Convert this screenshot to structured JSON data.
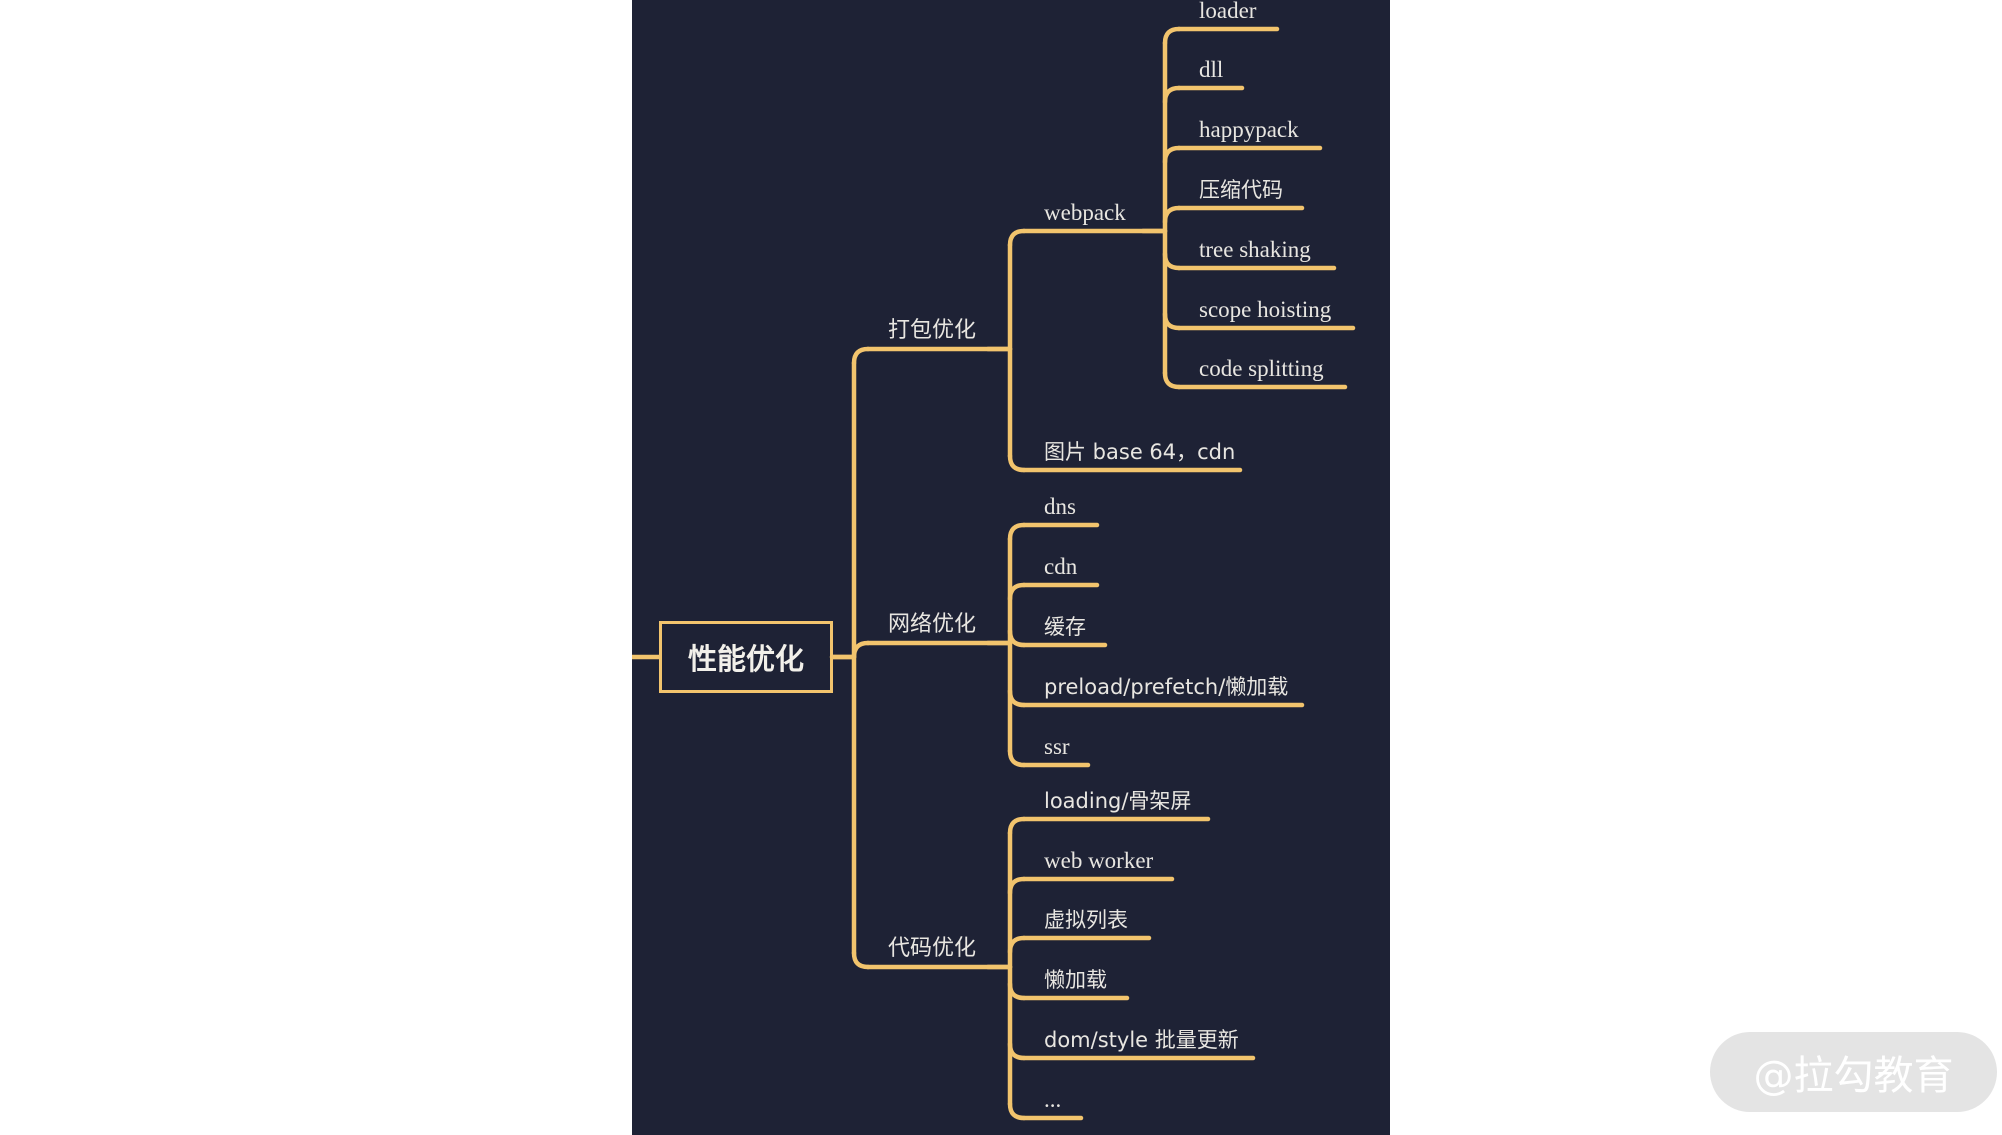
{
  "mindmap": {
    "root": "性能优化",
    "branches": [
      {
        "label": "打包优化",
        "children": [
          {
            "label": "webpack",
            "children": [
              "loader",
              "dll",
              "happypack",
              "压缩代码",
              "tree shaking",
              "scope hoisting",
              "code splitting"
            ]
          },
          {
            "label": "图片 base 64，cdn",
            "children": []
          }
        ]
      },
      {
        "label": "网络优化",
        "children": [
          {
            "label": "dns",
            "children": []
          },
          {
            "label": "cdn",
            "children": []
          },
          {
            "label": "缓存",
            "children": []
          },
          {
            "label": "preload/prefetch/懒加载",
            "children": []
          },
          {
            "label": "ssr",
            "children": []
          }
        ]
      },
      {
        "label": "代码优化",
        "children": [
          {
            "label": "loading/骨架屏",
            "children": []
          },
          {
            "label": "web worker",
            "children": []
          },
          {
            "label": "虚拟列表",
            "children": []
          },
          {
            "label": "懒加载",
            "children": []
          },
          {
            "label": "dom/style 批量更新",
            "children": []
          },
          {
            "label": "...",
            "children": []
          }
        ]
      }
    ]
  },
  "colors": {
    "background": "#1e2235",
    "line": "#f2c46d",
    "text": "#e8e6e1"
  },
  "watermark": "@拉勾教育"
}
